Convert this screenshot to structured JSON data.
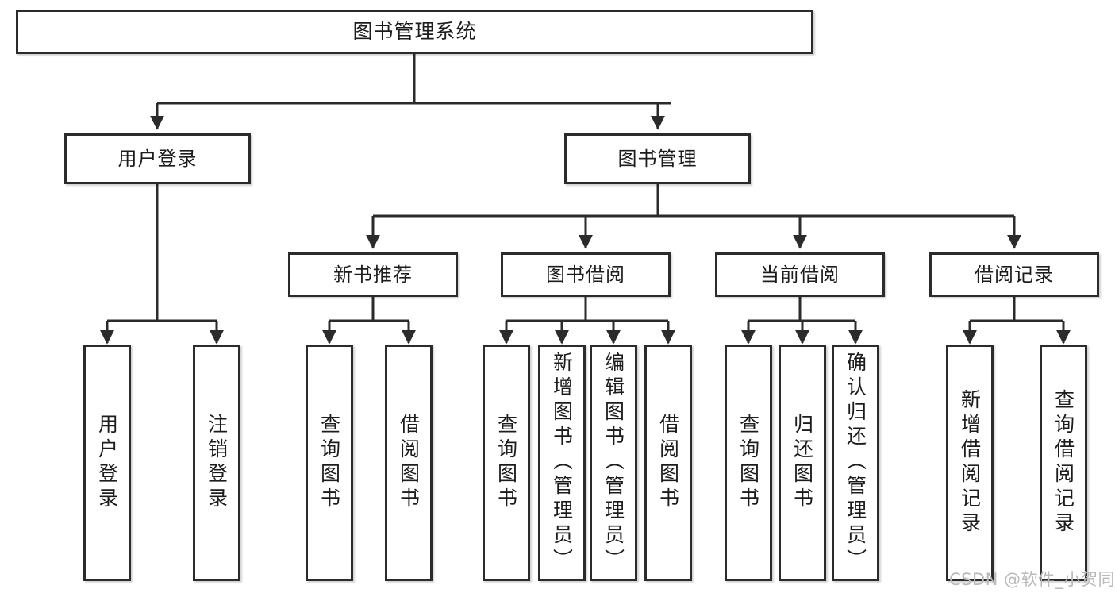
{
  "diagram": {
    "type": "tree",
    "title": "图书管理系统",
    "orientation": "top-down",
    "colors": {
      "box_border": "#2b2b2b",
      "box_fill": "#ffffff",
      "connector": "#2b2b2b",
      "text": "#1c1c1c",
      "watermark": "#b9b9b9"
    }
  },
  "watermark": {
    "text": "CSDN @软件_小贺同学"
  },
  "nodes": {
    "root": {
      "label": "图书管理系统"
    },
    "level2": [
      {
        "label": "用户登录"
      },
      {
        "label": "图书管理"
      }
    ],
    "level3": [
      {
        "label": "新书推荐"
      },
      {
        "label": "图书借阅"
      },
      {
        "label": "当前借阅"
      },
      {
        "label": "借阅记录"
      }
    ],
    "leaves": {
      "user_login": [
        {
          "label": "用户登录"
        },
        {
          "label": "注销登录"
        }
      ],
      "new_book_recommend": [
        {
          "label": "查询图书"
        },
        {
          "label": "借阅图书"
        }
      ],
      "book_borrow": [
        {
          "label": "查询图书"
        },
        {
          "label": "新增图书（管理员）"
        },
        {
          "label": "编辑图书（管理员）"
        },
        {
          "label": "借阅图书"
        }
      ],
      "current_borrow": [
        {
          "label": "查询图书"
        },
        {
          "label": "归还图书"
        },
        {
          "label": "确认归还（管理员）"
        }
      ],
      "borrow_records": [
        {
          "label": "新增借阅记录"
        },
        {
          "label": "查询借阅记录"
        }
      ]
    }
  }
}
